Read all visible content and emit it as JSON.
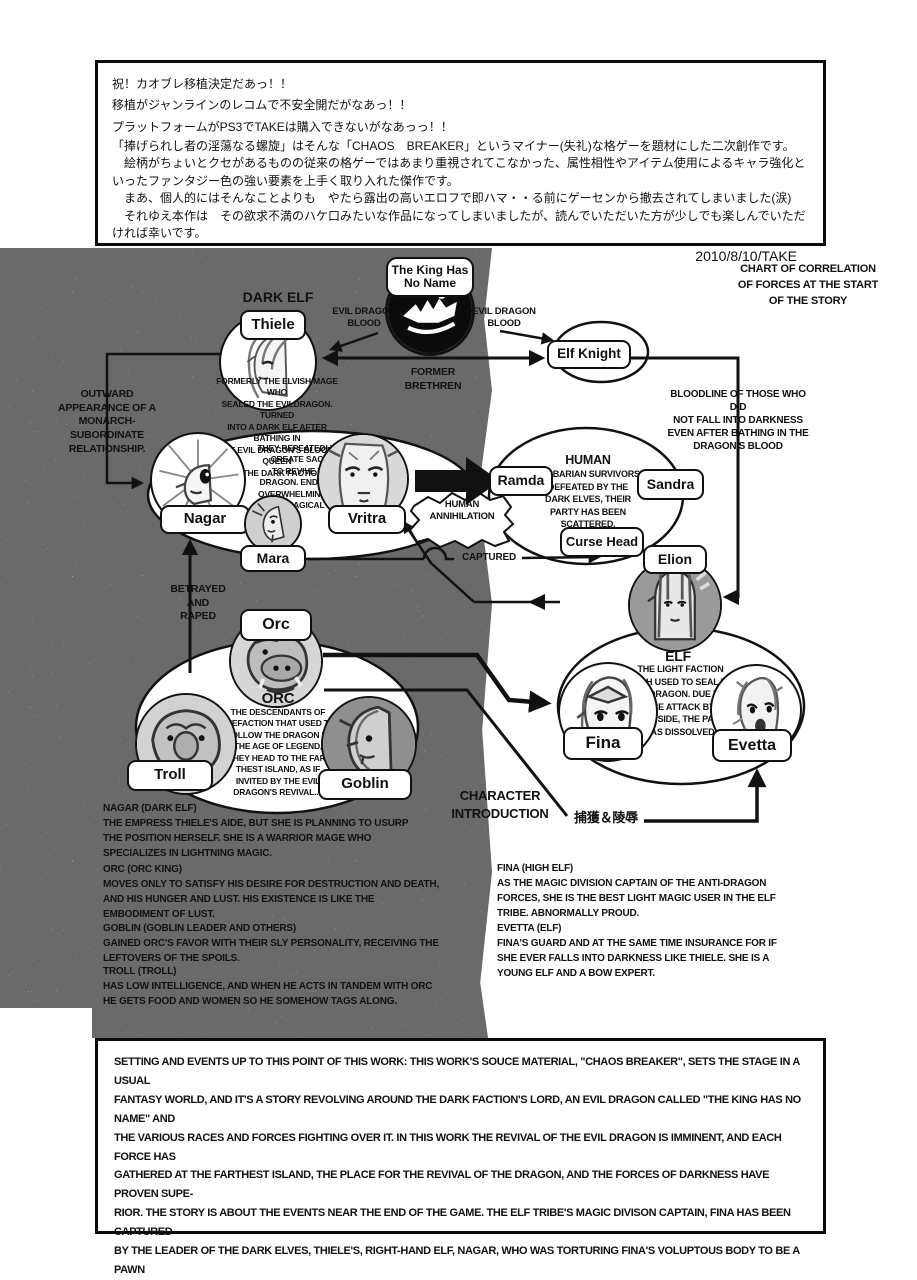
{
  "intro_box": {
    "lines": [
      "祝！カオブレ移植決定だあっ！！",
      "移植がジャンラインのレコムで不安全開だがなあっ！！",
      "プラットフォームがPS3でTAKEは購入できないがなあっっ！！",
      "「捧げられし者の淫蕩なる螺旋」はそんな「CHAOS　BREAKER」というマイナー(失礼)な格ゲーを題材にした二次創作です。",
      "　絵柄がちょいとクセがあるものの従来の格ゲーではあまり重視されてこなかった、属性相性やアイテム使用によるキャラ強化といったファンタジー色の強い要素を上手く取り入れた傑作です。",
      "　まあ、個人的にはそんなことよりも　やたら露出の高いエロフで即ハマ・・る前にゲーセンから撤去されてしまいました(涙)",
      "　それゆえ本作は　その欲求不満のハケ口みたいな作品になってしまいましたが、読んでいただいた方が少しでも楽しんでいただければ幸いです。"
    ],
    "signature": "2010/8/10/TAKE"
  },
  "chart": {
    "title": "CHART OF CORRELATION\nOF FORCES AT THE START\nOF THE STORY",
    "king_name": "The King Has\nNo Name",
    "dark_elf_heading": "DARK ELF",
    "thiele_name": "Thiele",
    "thiele_desc": "FORMERLY THE ELVISH MAGE WHO\nSEALED THE EVILDRAGON. TURNED\nINTO A DARK ELF AFTER BATHING IN\nTHE EVIL DRAGON'S BLOOD. QUEEN\nOF THE DARK FACTION.",
    "evil_blood_left": "EVIL DRAGON\nBLOOD",
    "evil_blood_right": "EVIL DRAGON\nBLOOD",
    "elf_knight_name": "Elf Knight",
    "former_brethren": "FORMER\nBRETHREN",
    "bloodline_note": "BLOODLINE OF THOSE WHO DID\nNOT FALL INTO DARKNESS\nEVEN AFTER BATHING IN THE\nDRAGON'S BLOOD",
    "outward_note": "OUTWARD\nAPPEARANCE OF A\nMONARCH-SUBORDINATE\nRELATIONSHIP.",
    "dark_faction_desc": "THEY REPEATEDLY KILL TO\nCREATE SACRIFICES\nTO REVIVE THE EVIL\nDRAGON. ENDOWED WITH\nOVERWHELMING  FIGHTING\nAND MAGICAL POWER.",
    "nagar_name": "Nagar",
    "vritra_name": "Vritra",
    "mara_name": "Mara",
    "human_annihilation": "HUMAN\nANNIHILATION",
    "human_heading": "HUMAN",
    "human_desc": "BARBARIAN SURVIVORS,\nDEFEATED BY THE\nDARK ELVES, THEIR\nPARTY HAS BEEN\nSCATTERED.",
    "ramda_name": "Ramda",
    "sandra_name": "Sandra",
    "curse_head_name": "Curse Head",
    "captured_label": "CAPTURED",
    "elion_name": "Elion",
    "betrayed_note": "BETRAYED\nAND\nRAPED",
    "orc_name": "Orc",
    "orc_heading": "ORC",
    "orc_desc": "THE DESCENDANTS OF\nTHEFACTION THAT USED TO\nFOLLOW THE DRAGON IN\nTHE AGE OF LEGEND,\nTHEY HEAD TO THE FAR-\nTHEST ISLAND, AS IF\nINVITED BY THE EVIL\nDRAGON'S REVIVAL....",
    "troll_name": "Troll",
    "goblin_name": "Goblin",
    "elf_heading": "ELF",
    "elf_desc": "THE LIGHT FACTION\nWHICH USED TO SEAL THE\nEVIL DRAGON. DUE TO A\nCHANCE ATTACK BY THE\nDARK SIDE, THE PARTY\nHAS DISSOLVED.",
    "fina_name": "Fina",
    "evetta_name": "Evetta",
    "capture_rape_label": "捕獲＆陵辱"
  },
  "character_intro": {
    "heading": "CHARACTER\nINTRODUCTION",
    "left": [
      {
        "title": "NAGAR (DARK ELF)",
        "body": "THE EMPRESS THIELE'S AIDE, BUT SHE IS PLANNING TO USURP\nTHE POSITION HERSELF. SHE IS A WARRIOR MAGE WHO\nSPECIALIZES IN LIGHTNING MAGIC."
      },
      {
        "title": "ORC (ORC KING)",
        "body": "MOVES ONLY TO SATISFY HIS DESIRE FOR DESTRUCTION AND DEATH,\nAND HIS HUNGER AND LUST. HIS EXISTENCE IS LIKE THE\nEMBODIMENT OF LUST."
      },
      {
        "title": "GOBLIN (GOBLIN LEADER AND OTHERS)",
        "body": "GAINED ORC'S FAVOR WITH THEIR SLY PERSONALITY, RECEIVING THE\nLEFTOVERS OF THE SPOILS."
      },
      {
        "title": "TROLL (TROLL)",
        "body": "HAS LOW INTELLIGENCE, AND WHEN HE ACTS IN TANDEM WITH ORC\nHE GETS FOOD AND WOMEN SO HE SOMEHOW TAGS ALONG."
      }
    ],
    "right": [
      {
        "title": "FINA (HIGH ELF)",
        "body": "AS THE MAGIC DIVISION CAPTAIN OF THE ANTI-DRAGON\nFORCES, SHE IS THE BEST LIGHT MAGIC USER IN THE ELF\nTRIBE. ABNORMALLY PROUD."
      },
      {
        "title": "EVETTA (ELF)",
        "body": "FINA'S GUARD AND AT THE SAME TIME INSURANCE FOR IF\nSHE EVER FALLS INTO DARKNESS LIKE THIELE. SHE IS A\nYOUNG ELF AND A BOW EXPERT."
      }
    ]
  },
  "setting_box": {
    "text": "SETTING AND EVENTS UP TO THIS POINT OF THIS WORK: THIS WORK'S SOUCE MATERIAL, \"CHAOS BREAKER\", SETS THE STAGE IN A USUAL\nFANTASY WORLD, AND IT'S A STORY REVOLVING AROUND THE DARK FACTION'S LORD, AN EVIL DRAGON CALLED \"THE KING HAS NO NAME\" AND\nTHE VARIOUS RACES AND FORCES FIGHTING OVER IT. IN THIS WORK THE REVIVAL OF THE EVIL DRAGON IS IMMINENT, AND EACH FORCE HAS\nGATHERED AT THE FARTHEST ISLAND, THE PLACE FOR THE REVIVAL OF THE DRAGON, AND THE FORCES OF DARKNESS HAVE PROVEN SUPE-\nRIOR. THE STORY IS ABOUT THE EVENTS NEAR THE END OF THE GAME. THE ELF TRIBE'S MAGIC DIVISON CAPTAIN, FINA HAS BEEN CAPTURED\nBY THE LEADER OF THE DARK ELVES, THIELE'S, RIGHT-HAND ELF, NAGAR, WHO WAS TORTURING FINA'S VOLUPTOUS BODY TO BE A PAWN\nFOR HER OWN ASPIRATIONS. HOWEVER, THE ORC KING, WHO IS ALSO IN THE FORCES OF DARKNESS, LEAD A REBELLION AND FINA AND NAGAR'S\nBODIES HAVE BECOME AMUSEMENT FOR THEIR UGLY, CARNAL DESIRES..."
  },
  "colors": {
    "ink": "#111111",
    "paper": "#ffffff",
    "tone_base": "#ececec"
  }
}
